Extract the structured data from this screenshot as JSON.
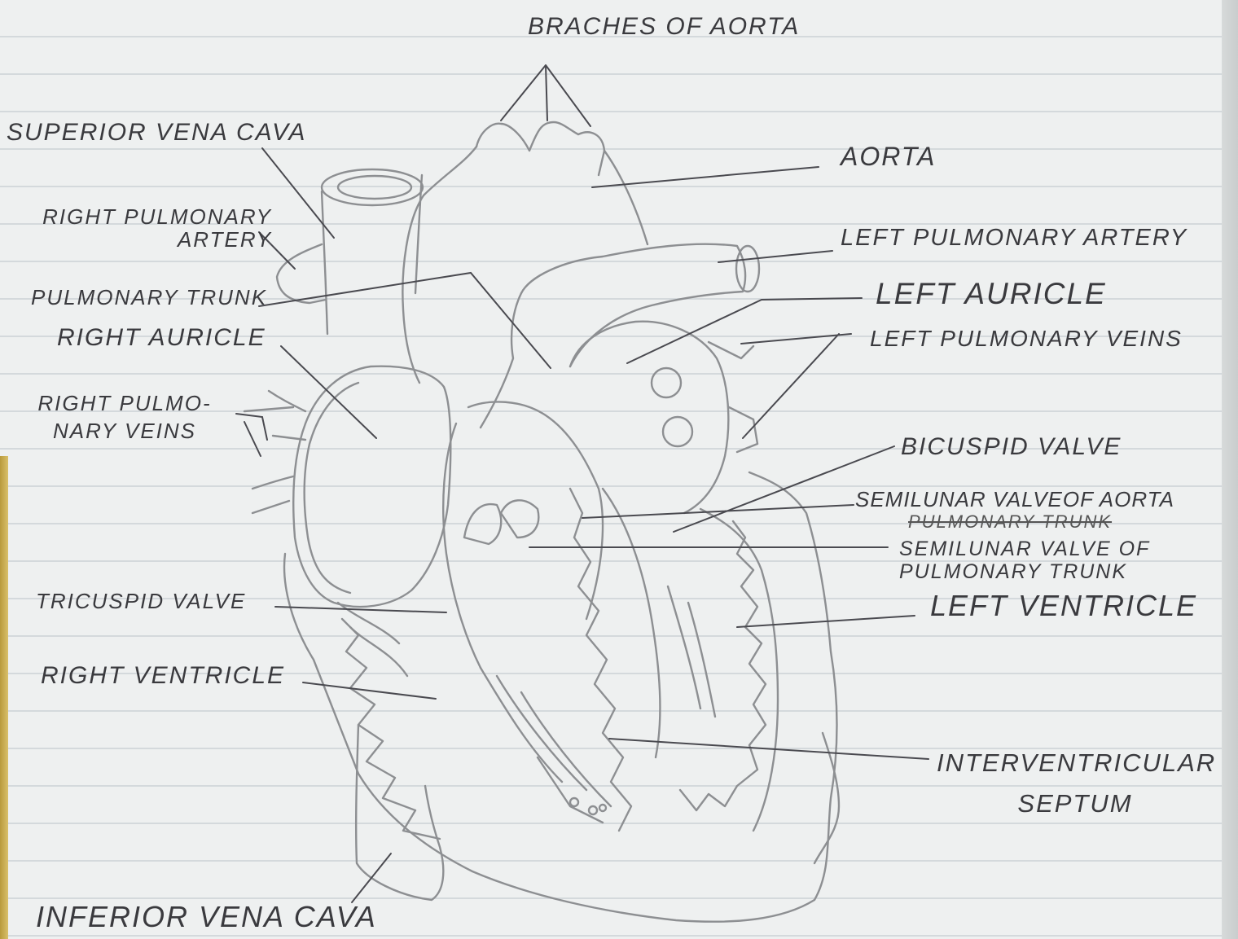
{
  "title": "BRACHES OF AORTA",
  "labels": {
    "superior_vena_cava": "SUPERIOR VENA CAVA",
    "right_pulmonary_artery": "RIGHT PULMONARY ARTERY",
    "pulmonary_trunk": "PULMONARY TRUNK",
    "right_auricle": "RIGHT AURICLE",
    "right_pulmonary_veins": "RIGHT PULMO-NARY VEINS",
    "tricuspid_valve": "TRICUSPID VALVE",
    "right_ventricle": "RIGHT VENTRICLE",
    "inferior_vena_cava": "INFERIOR VENA CAVA",
    "aorta": "AORTA",
    "left_pulmonary_artery": "LEFT PULMONARY ARTERY",
    "left_auricle": "LEFT AURICLE",
    "left_pulmonary_veins": "LEFT PULMONARY VEINS",
    "bicuspid_valve": "BICUSPID VALVE",
    "semilunar_valve_aorta": "SEMILUNAR VALVEOF AORTA",
    "struck_out_text": "PULMONARY TRUNK",
    "semilunar_valve_pulmonary": "SEMILUNAR VALVE OF PULMONARY TRUNK",
    "left_ventricle": "LEFT VENTRICLE",
    "interventricular_septum": "INTERVENTRICULAR SEPTUM"
  }
}
